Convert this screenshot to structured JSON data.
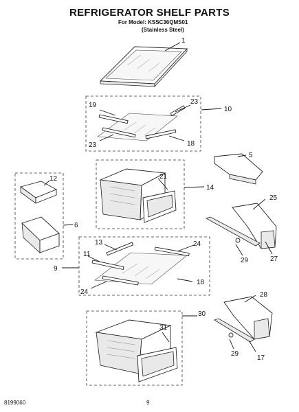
{
  "header": {
    "title": "REFRIGERATOR SHELF PARTS",
    "model_line": "For Model: KSSC36QMS01",
    "finish": "(Stainless Steel)"
  },
  "footer": {
    "doc_number": "8199060",
    "page_number": "9"
  },
  "callouts": {
    "c1": "1",
    "c19": "19",
    "c23a": "23",
    "c10": "10",
    "c23b": "23",
    "c18a": "18",
    "c5": "5",
    "c12": "12",
    "c21": "21",
    "c14": "14",
    "c6": "6",
    "c25": "25",
    "c13": "13",
    "c24a": "24",
    "c11": "11",
    "c9": "9",
    "c24b": "24",
    "c18b": "18",
    "c29a": "29",
    "c27": "27",
    "c28": "28",
    "c30": "30",
    "c31": "31",
    "c29b": "29",
    "c17": "17"
  }
}
